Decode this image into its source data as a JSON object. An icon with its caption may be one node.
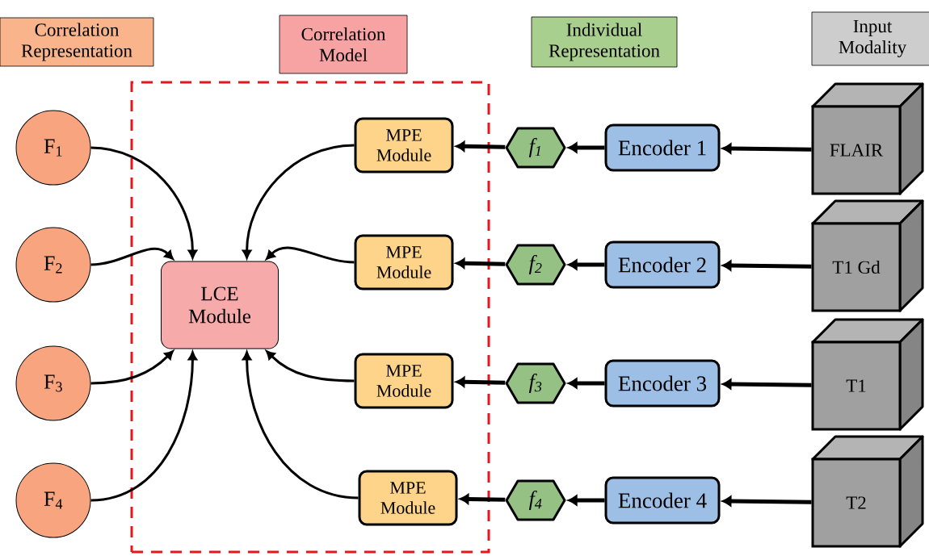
{
  "diagram": {
    "nodes": [
      {
        "text": [
          "Correlation Representation"
        ]
      },
      {
        "text": [
          "Correlation Model"
        ]
      },
      {
        "text": [
          "Individual Representation"
        ]
      },
      {
        "text": [
          "Input Modality"
        ]
      },
      {
        "text": [],
        "shape": "box"
      },
      {
        "text": [
          "F$_{1}$"
        ]
      },
      {
        "text": [
          "F$_{2}$"
        ]
      },
      {
        "text": [
          "F$_{3}$"
        ]
      },
      {
        "text": [
          "F$_{4}$"
        ]
      },
      {
        "text": [
          "LCE Module"
        ],
        "in": 4
      },
      {
        "text": [
          "MPE Module"
        ],
        "in": 4
      },
      {
        "text": [
          "MPE Module"
        ],
        "in": 4
      },
      {
        "text": [
          "MPE Module"
        ],
        "in": 4
      },
      {
        "text": [
          "MPE Module"
        ],
        "in": 4
      },
      {
        "text": [
          "f$_{1}$"
        ]
      },
      {
        "text": [
          "f$_{2}$"
        ]
      },
      {
        "text": [
          "f$_{3}$"
        ]
      },
      {
        "text": [
          "f$_{4}$"
        ]
      },
      {
        "text": [
          "Encoder 1"
        ]
      },
      {
        "text": [
          "Encoder 2"
        ]
      },
      {
        "text": [
          "Encoder 3"
        ]
      },
      {
        "text": [
          "Encoder 4"
        ]
      },
      {
        "text": [
          "FLAIR"
        ]
      },
      {
        "text": [
          "T1 Gd"
        ]
      },
      {
        "text": [
          "T1"
        ]
      },
      {
        "text": [
          "T2"
        ]
      }
    ],
    "edges": [
      {
        "from": 5,
        "to": 9,
        "arrow": "to"
      },
      {
        "from": 6,
        "to": 9,
        "arrow": "to"
      },
      {
        "from": 7,
        "to": 9,
        "arrow": "to"
      },
      {
        "from": 8,
        "to": 9,
        "arrow": "to"
      },
      {
        "from": 10,
        "to": 9,
        "arrow": "to"
      },
      {
        "from": 11,
        "to": 9,
        "arrow": "to"
      },
      {
        "from": 12,
        "to": 9,
        "arrow": "to"
      },
      {
        "from": 13,
        "to": 9,
        "arrow": "to"
      },
      {
        "from": 14,
        "to": 10,
        "arrow": "to"
      },
      {
        "from": 15,
        "to": 11,
        "arrow": "to"
      },
      {
        "from": 16,
        "to": 12,
        "arrow": "to"
      },
      {
        "from": 17,
        "to": 13,
        "arrow": "to"
      },
      {
        "from": 18,
        "to": 14,
        "arrow": "to"
      },
      {
        "from": 19,
        "to": 15,
        "arrow": "to"
      },
      {
        "from": 20,
        "to": 16,
        "arrow": "to"
      },
      {
        "from": 21,
        "to": 17,
        "arrow": "to"
      },
      {
        "from": 22,
        "to": 18,
        "arrow": "to"
      },
      {
        "from": 23,
        "to": 19,
        "arrow": "to"
      },
      {
        "from": 24,
        "to": 20,
        "arrow": "to"
      },
      {
        "from": 25,
        "to": 21,
        "arrow": "to"
      }
    ]
  }
}
